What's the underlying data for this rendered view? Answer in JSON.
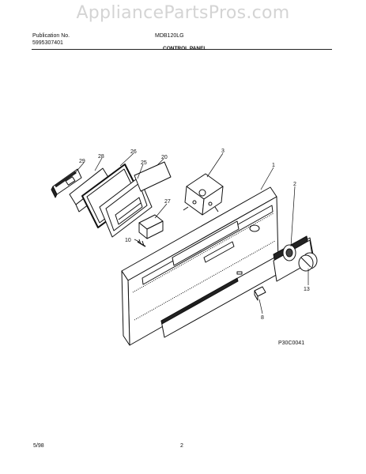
{
  "watermark": "AppliancePartsPros.com",
  "header": {
    "publication_label": "Publication No.",
    "publication_number": "5995307401",
    "model": "MDB120LG",
    "section_title": "CONTROL PANEL"
  },
  "callouts": [
    {
      "id": "c29",
      "label": "29"
    },
    {
      "id": "c28",
      "label": "28"
    },
    {
      "id": "c26",
      "label": "26"
    },
    {
      "id": "c25",
      "label": "25"
    },
    {
      "id": "c20",
      "label": "20"
    },
    {
      "id": "c3",
      "label": "3"
    },
    {
      "id": "c1",
      "label": "1"
    },
    {
      "id": "c2",
      "label": "2"
    },
    {
      "id": "c27",
      "label": "27"
    },
    {
      "id": "c10",
      "label": "10"
    },
    {
      "id": "c13",
      "label": "13"
    },
    {
      "id": "c8",
      "label": "8"
    }
  ],
  "figure_code": "P30C0041",
  "footer": {
    "date": "5/98",
    "page": "2"
  }
}
